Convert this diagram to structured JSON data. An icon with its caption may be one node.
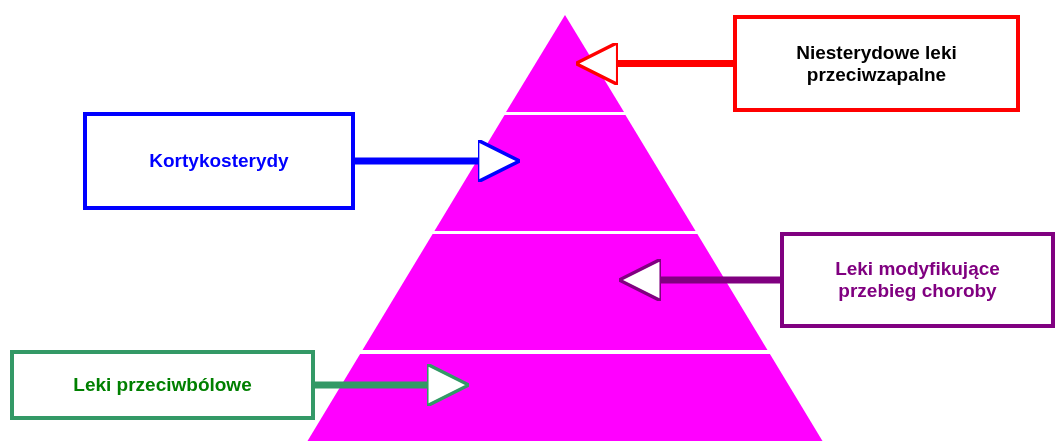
{
  "diagram": {
    "nodes": [
      {
        "text": [],
        "shape": "triangle"
      },
      {
        "text": [],
        "shape": "trapezoid"
      },
      {
        "text": [],
        "shape": "trapezoid"
      },
      {
        "text": [],
        "shape": "trapezoid"
      },
      {
        "text": [
          "Niesterydowe leki przeciwzapalne"
        ]
      },
      {
        "text": [
          "Kortykosterydy"
        ]
      },
      {
        "text": [
          "Leki modyfikujące przebieg choroby"
        ]
      },
      {
        "text": [
          "Leki przeciwbólowe"
        ]
      }
    ],
    "edges": [
      {
        "from": 4,
        "to": 0,
        "arrow": "to",
        "color": "#ff0000"
      },
      {
        "from": 5,
        "to": 1,
        "arrow": "to",
        "color": "#0000ff"
      },
      {
        "from": 6,
        "to": 2,
        "arrow": "to",
        "color": "#800080"
      },
      {
        "from": 7,
        "to": 3,
        "arrow": "to",
        "color": "#339966"
      }
    ]
  }
}
